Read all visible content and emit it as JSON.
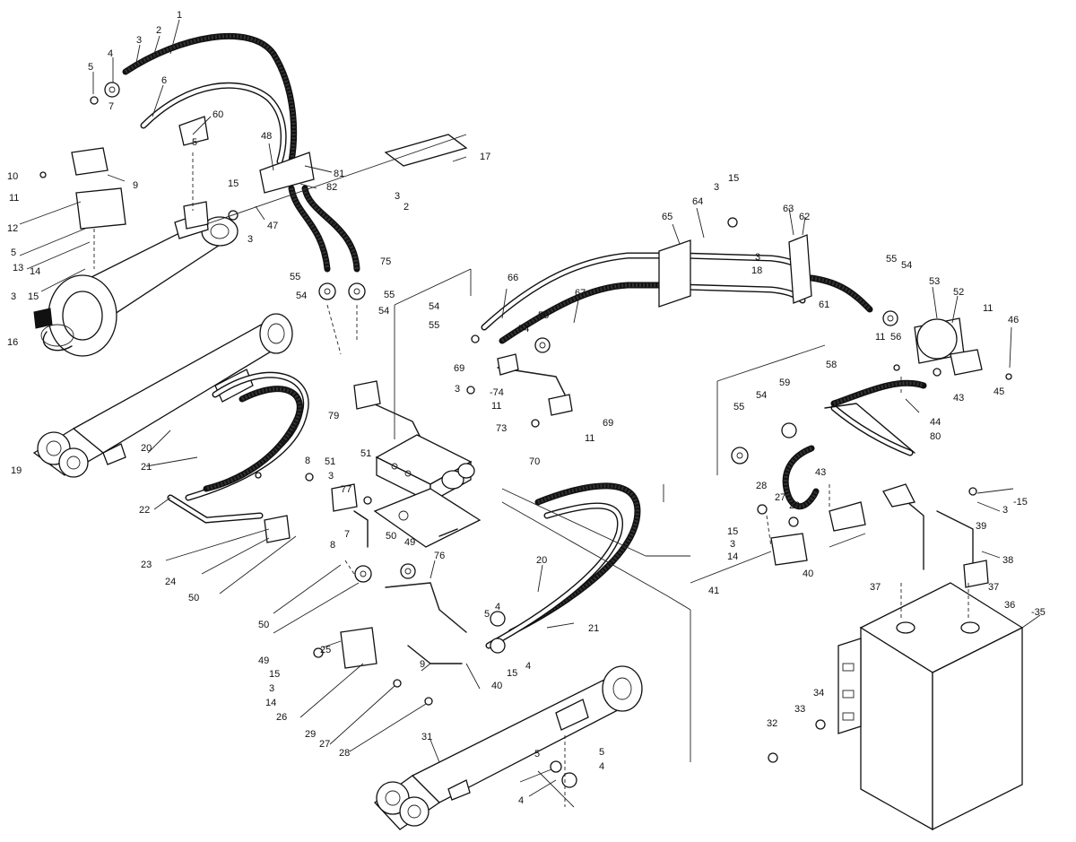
{
  "labels": [
    {
      "id": "1",
      "text": "1"
    },
    {
      "id": "2a",
      "text": "2"
    },
    {
      "id": "3a",
      "text": "3"
    },
    {
      "id": "4a",
      "text": "4"
    },
    {
      "id": "5a",
      "text": "5"
    },
    {
      "id": "7a",
      "text": "7"
    },
    {
      "id": "6",
      "text": "6"
    },
    {
      "id": "60",
      "text": "60"
    },
    {
      "id": "5b",
      "text": "5"
    },
    {
      "id": "10",
      "text": "10"
    },
    {
      "id": "11a",
      "text": "11"
    },
    {
      "id": "9a",
      "text": "9"
    },
    {
      "id": "12",
      "text": "12"
    },
    {
      "id": "5c",
      "text": "5"
    },
    {
      "id": "13",
      "text": "13"
    },
    {
      "id": "14a",
      "text": "14"
    },
    {
      "id": "3b",
      "text": "3"
    },
    {
      "id": "15a",
      "text": "15"
    },
    {
      "id": "16",
      "text": "16"
    },
    {
      "id": "15b",
      "text": "15"
    },
    {
      "id": "3c",
      "text": "3"
    },
    {
      "id": "47",
      "text": "47"
    },
    {
      "id": "48",
      "text": "48"
    },
    {
      "id": "81",
      "text": "81"
    },
    {
      "id": "82",
      "text": "82"
    },
    {
      "id": "17",
      "text": "17"
    },
    {
      "id": "3d",
      "text": "3"
    },
    {
      "id": "2b",
      "text": "2"
    },
    {
      "id": "75",
      "text": "75"
    },
    {
      "id": "55a",
      "text": "55"
    },
    {
      "id": "55b",
      "text": "55"
    },
    {
      "id": "54a",
      "text": "54"
    },
    {
      "id": "54b",
      "text": "54"
    },
    {
      "id": "54c",
      "text": "54"
    },
    {
      "id": "55c",
      "text": "55"
    },
    {
      "id": "66",
      "text": "66"
    },
    {
      "id": "67",
      "text": "67"
    },
    {
      "id": "55d",
      "text": "55"
    },
    {
      "id": "54d",
      "text": "54"
    },
    {
      "id": "69a",
      "text": "69"
    },
    {
      "id": "3e",
      "text": "3"
    },
    {
      "id": "74",
      "text": "-74"
    },
    {
      "id": "11b",
      "text": "11"
    },
    {
      "id": "73",
      "text": "73"
    },
    {
      "id": "79",
      "text": "79"
    },
    {
      "id": "69b",
      "text": "69"
    },
    {
      "id": "11c",
      "text": "11"
    },
    {
      "id": "70",
      "text": "70"
    },
    {
      "id": "65",
      "text": "65"
    },
    {
      "id": "64",
      "text": "64"
    },
    {
      "id": "3f",
      "text": "3"
    },
    {
      "id": "15c",
      "text": "15"
    },
    {
      "id": "63",
      "text": "63"
    },
    {
      "id": "62",
      "text": "62"
    },
    {
      "id": "3g",
      "text": "3"
    },
    {
      "id": "18",
      "text": "18"
    },
    {
      "id": "61",
      "text": "61"
    },
    {
      "id": "55e",
      "text": "55"
    },
    {
      "id": "54e",
      "text": "54"
    },
    {
      "id": "53",
      "text": "53"
    },
    {
      "id": "52",
      "text": "52"
    },
    {
      "id": "11d",
      "text": "11"
    },
    {
      "id": "46",
      "text": "46"
    },
    {
      "id": "11e",
      "text": "11"
    },
    {
      "id": "56",
      "text": "56"
    },
    {
      "id": "58",
      "text": "58"
    },
    {
      "id": "43a",
      "text": "43"
    },
    {
      "id": "45",
      "text": "45"
    },
    {
      "id": "44",
      "text": "44"
    },
    {
      "id": "80",
      "text": "80"
    },
    {
      "id": "55f",
      "text": "55"
    },
    {
      "id": "54f",
      "text": "54"
    },
    {
      "id": "59",
      "text": "59"
    },
    {
      "id": "43b",
      "text": "43"
    },
    {
      "id": "28a",
      "text": "28"
    },
    {
      "id": "27a",
      "text": "27"
    },
    {
      "id": "29a",
      "text": "29"
    },
    {
      "id": "15d",
      "text": "15"
    },
    {
      "id": "3h",
      "text": "3"
    },
    {
      "id": "14b",
      "text": "14"
    },
    {
      "id": "41",
      "text": "41"
    },
    {
      "id": "40a",
      "text": "40"
    },
    {
      "id": "15e",
      "text": "-15"
    },
    {
      "id": "3i",
      "text": "3"
    },
    {
      "id": "39",
      "text": "39"
    },
    {
      "id": "38",
      "text": "38"
    },
    {
      "id": "37a",
      "text": "37"
    },
    {
      "id": "37b",
      "text": "37"
    },
    {
      "id": "36",
      "text": "36"
    },
    {
      "id": "35",
      "text": "-35"
    },
    {
      "id": "19",
      "text": "19"
    },
    {
      "id": "20a",
      "text": "20"
    },
    {
      "id": "21a",
      "text": "21"
    },
    {
      "id": "22",
      "text": "22"
    },
    {
      "id": "7b",
      "text": "7"
    },
    {
      "id": "8a",
      "text": "8"
    },
    {
      "id": "51a",
      "text": "51"
    },
    {
      "id": "3j",
      "text": "3"
    },
    {
      "id": "77",
      "text": "77"
    },
    {
      "id": "51b",
      "text": "51"
    },
    {
      "id": "7c",
      "text": "7"
    },
    {
      "id": "8b",
      "text": "8"
    },
    {
      "id": "23",
      "text": "23"
    },
    {
      "id": "24",
      "text": "24"
    },
    {
      "id": "50a",
      "text": "50"
    },
    {
      "id": "50b",
      "text": "50"
    },
    {
      "id": "49a",
      "text": "49"
    },
    {
      "id": "50c",
      "text": "50"
    },
    {
      "id": "49b",
      "text": "49"
    },
    {
      "id": "76",
      "text": "76"
    },
    {
      "id": "20b",
      "text": "20"
    },
    {
      "id": "21b",
      "text": "21"
    },
    {
      "id": "5d",
      "text": "5"
    },
    {
      "id": "4b",
      "text": "4"
    },
    {
      "id": "4c",
      "text": "4"
    },
    {
      "id": "15f",
      "text": "15"
    },
    {
      "id": "40b",
      "text": "40"
    },
    {
      "id": "9b",
      "text": "9"
    },
    {
      "id": "25",
      "text": "25"
    },
    {
      "id": "15g",
      "text": "15"
    },
    {
      "id": "3k",
      "text": "3"
    },
    {
      "id": "14c",
      "text": "14"
    },
    {
      "id": "26",
      "text": "26"
    },
    {
      "id": "29b",
      "text": "29"
    },
    {
      "id": "27b",
      "text": "27"
    },
    {
      "id": "28b",
      "text": "28"
    },
    {
      "id": "31",
      "text": "31"
    },
    {
      "id": "5e",
      "text": "5"
    },
    {
      "id": "5f",
      "text": "5"
    },
    {
      "id": "4d",
      "text": "4"
    },
    {
      "id": "4e",
      "text": "4"
    },
    {
      "id": "32",
      "text": "32"
    },
    {
      "id": "33",
      "text": "33"
    },
    {
      "id": "34",
      "text": "34"
    }
  ]
}
